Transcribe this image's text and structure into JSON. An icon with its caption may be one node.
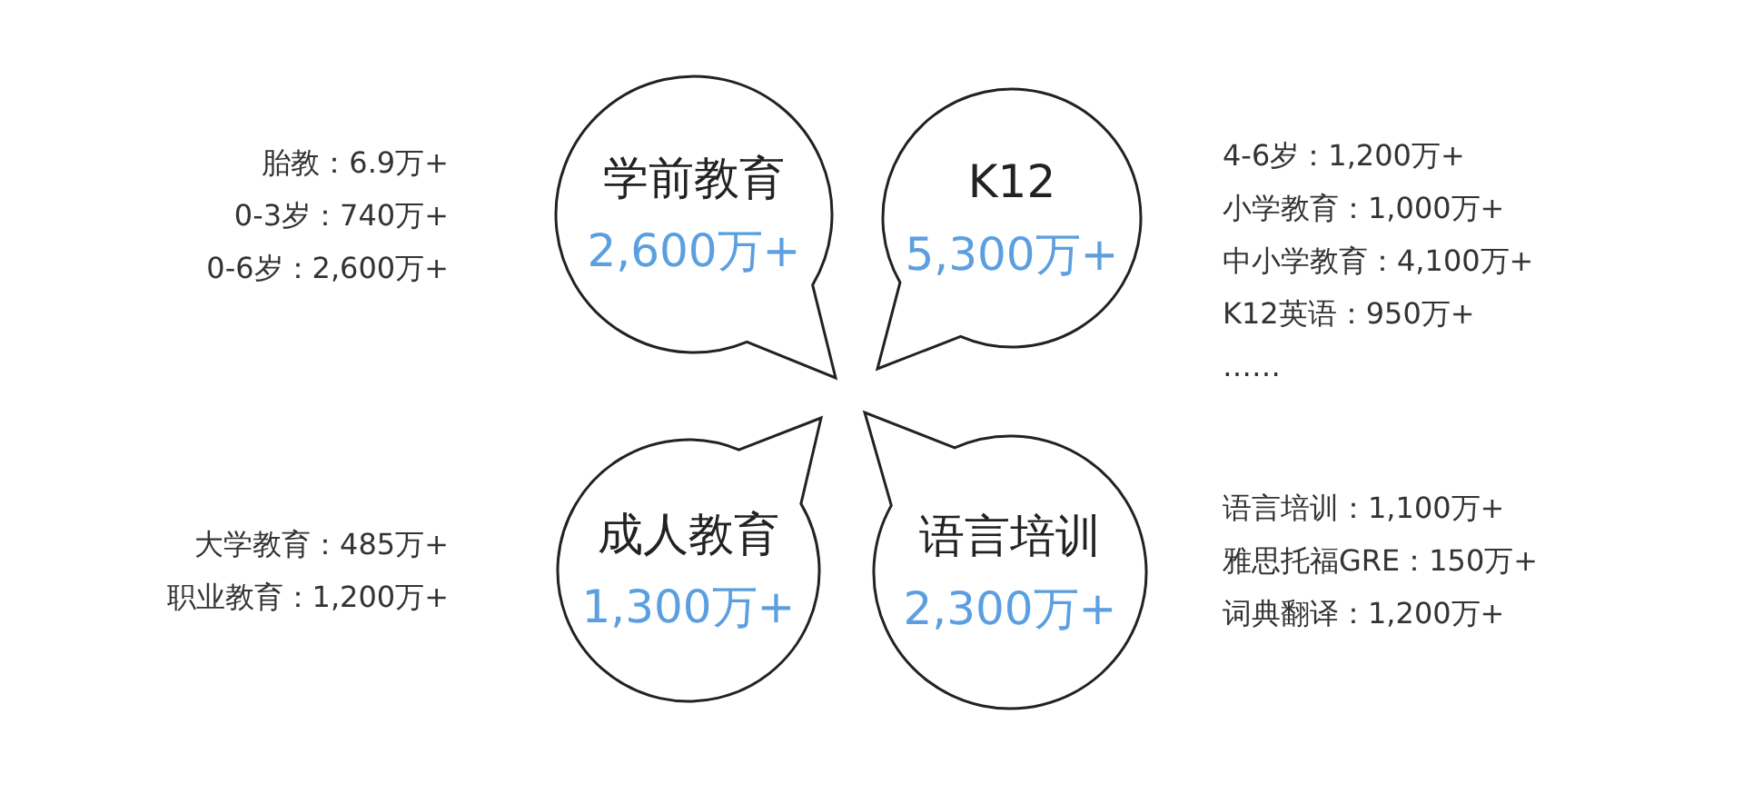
{
  "diagram": {
    "nodes": [
      {
        "text": [
          "学前教育",
          "2,600万+"
        ],
        "beside": [
          "胎教：6.9万+",
          "0-3岁：740万+",
          "0-6岁：2,600万+"
        ]
      },
      {
        "text": [
          "K12",
          "5,300万+"
        ],
        "beside": [
          "4-6岁：1,200万+",
          "小学教育：1,000万+",
          "中小学教育：4,100万+",
          "K12英语：950万+",
          "……"
        ]
      },
      {
        "text": [
          "成人教育",
          "1,300万+"
        ],
        "beside": [
          "大学教育：485万+",
          "职业教育：1,200万+"
        ]
      },
      {
        "text": [
          "语言培训",
          "2,300万+"
        ],
        "beside": [
          "语言培训：1,100万+",
          "雅思托福GRE：150万+",
          "词典翻译：1,200万+"
        ]
      }
    ]
  }
}
